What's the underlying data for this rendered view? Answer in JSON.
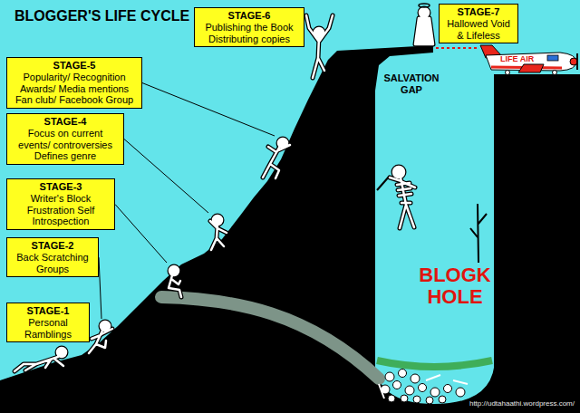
{
  "diagram": {
    "title": "BLOGGER'S LIFE CYCLE",
    "nodes": [
      {
        "text": [
          "STAGE-1",
          "Personal Ramblings"
        ]
      },
      {
        "text": [
          "STAGE-2",
          "Back Scratching Groups"
        ]
      },
      {
        "text": [
          "STAGE-3",
          "Writer's Block Frustration Self Introspection"
        ]
      },
      {
        "text": [
          "STAGE-4",
          "Focus on current events/ controversies Defines genre"
        ]
      },
      {
        "text": [
          "STAGE-5",
          "Popularity/ Recognition Awards/ Media mentions Fan club/ Facebook Group"
        ]
      },
      {
        "text": [
          "STAGE-6",
          "Publishing the Book Distributing copies"
        ]
      },
      {
        "text": [
          "STAGE-7",
          "Hallowed Void & Lifeless"
        ]
      }
    ],
    "labels": [
      "SALVATION GAP",
      "BLOGK HOLE",
      "LIFE AIR",
      "http://udtahaathi.wordpress.com/"
    ]
  }
}
